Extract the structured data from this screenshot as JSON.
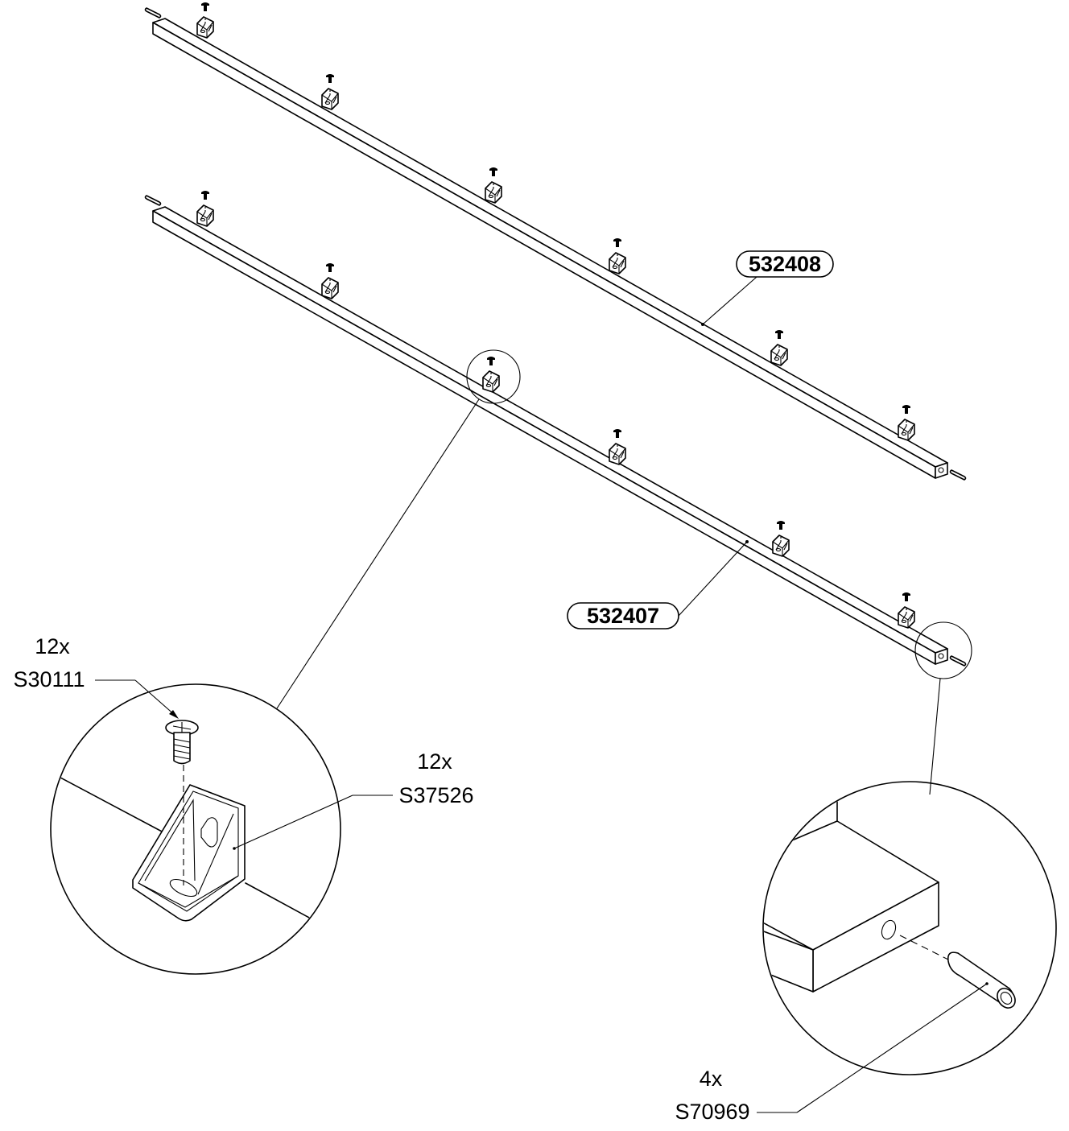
{
  "diagram": {
    "part_labels": {
      "rail_back": "532408",
      "rail_front": "532407"
    },
    "callouts": {
      "screw": {
        "qty": "12x",
        "code": "S30111"
      },
      "bracket": {
        "qty": "12x",
        "code": "S37526"
      },
      "dowel": {
        "qty": "4x",
        "code": "S70969"
      }
    },
    "brackets_per_rail": 6,
    "dowels_per_rail": 2,
    "colors": {
      "ink": "#000000",
      "paper": "#ffffff"
    }
  }
}
